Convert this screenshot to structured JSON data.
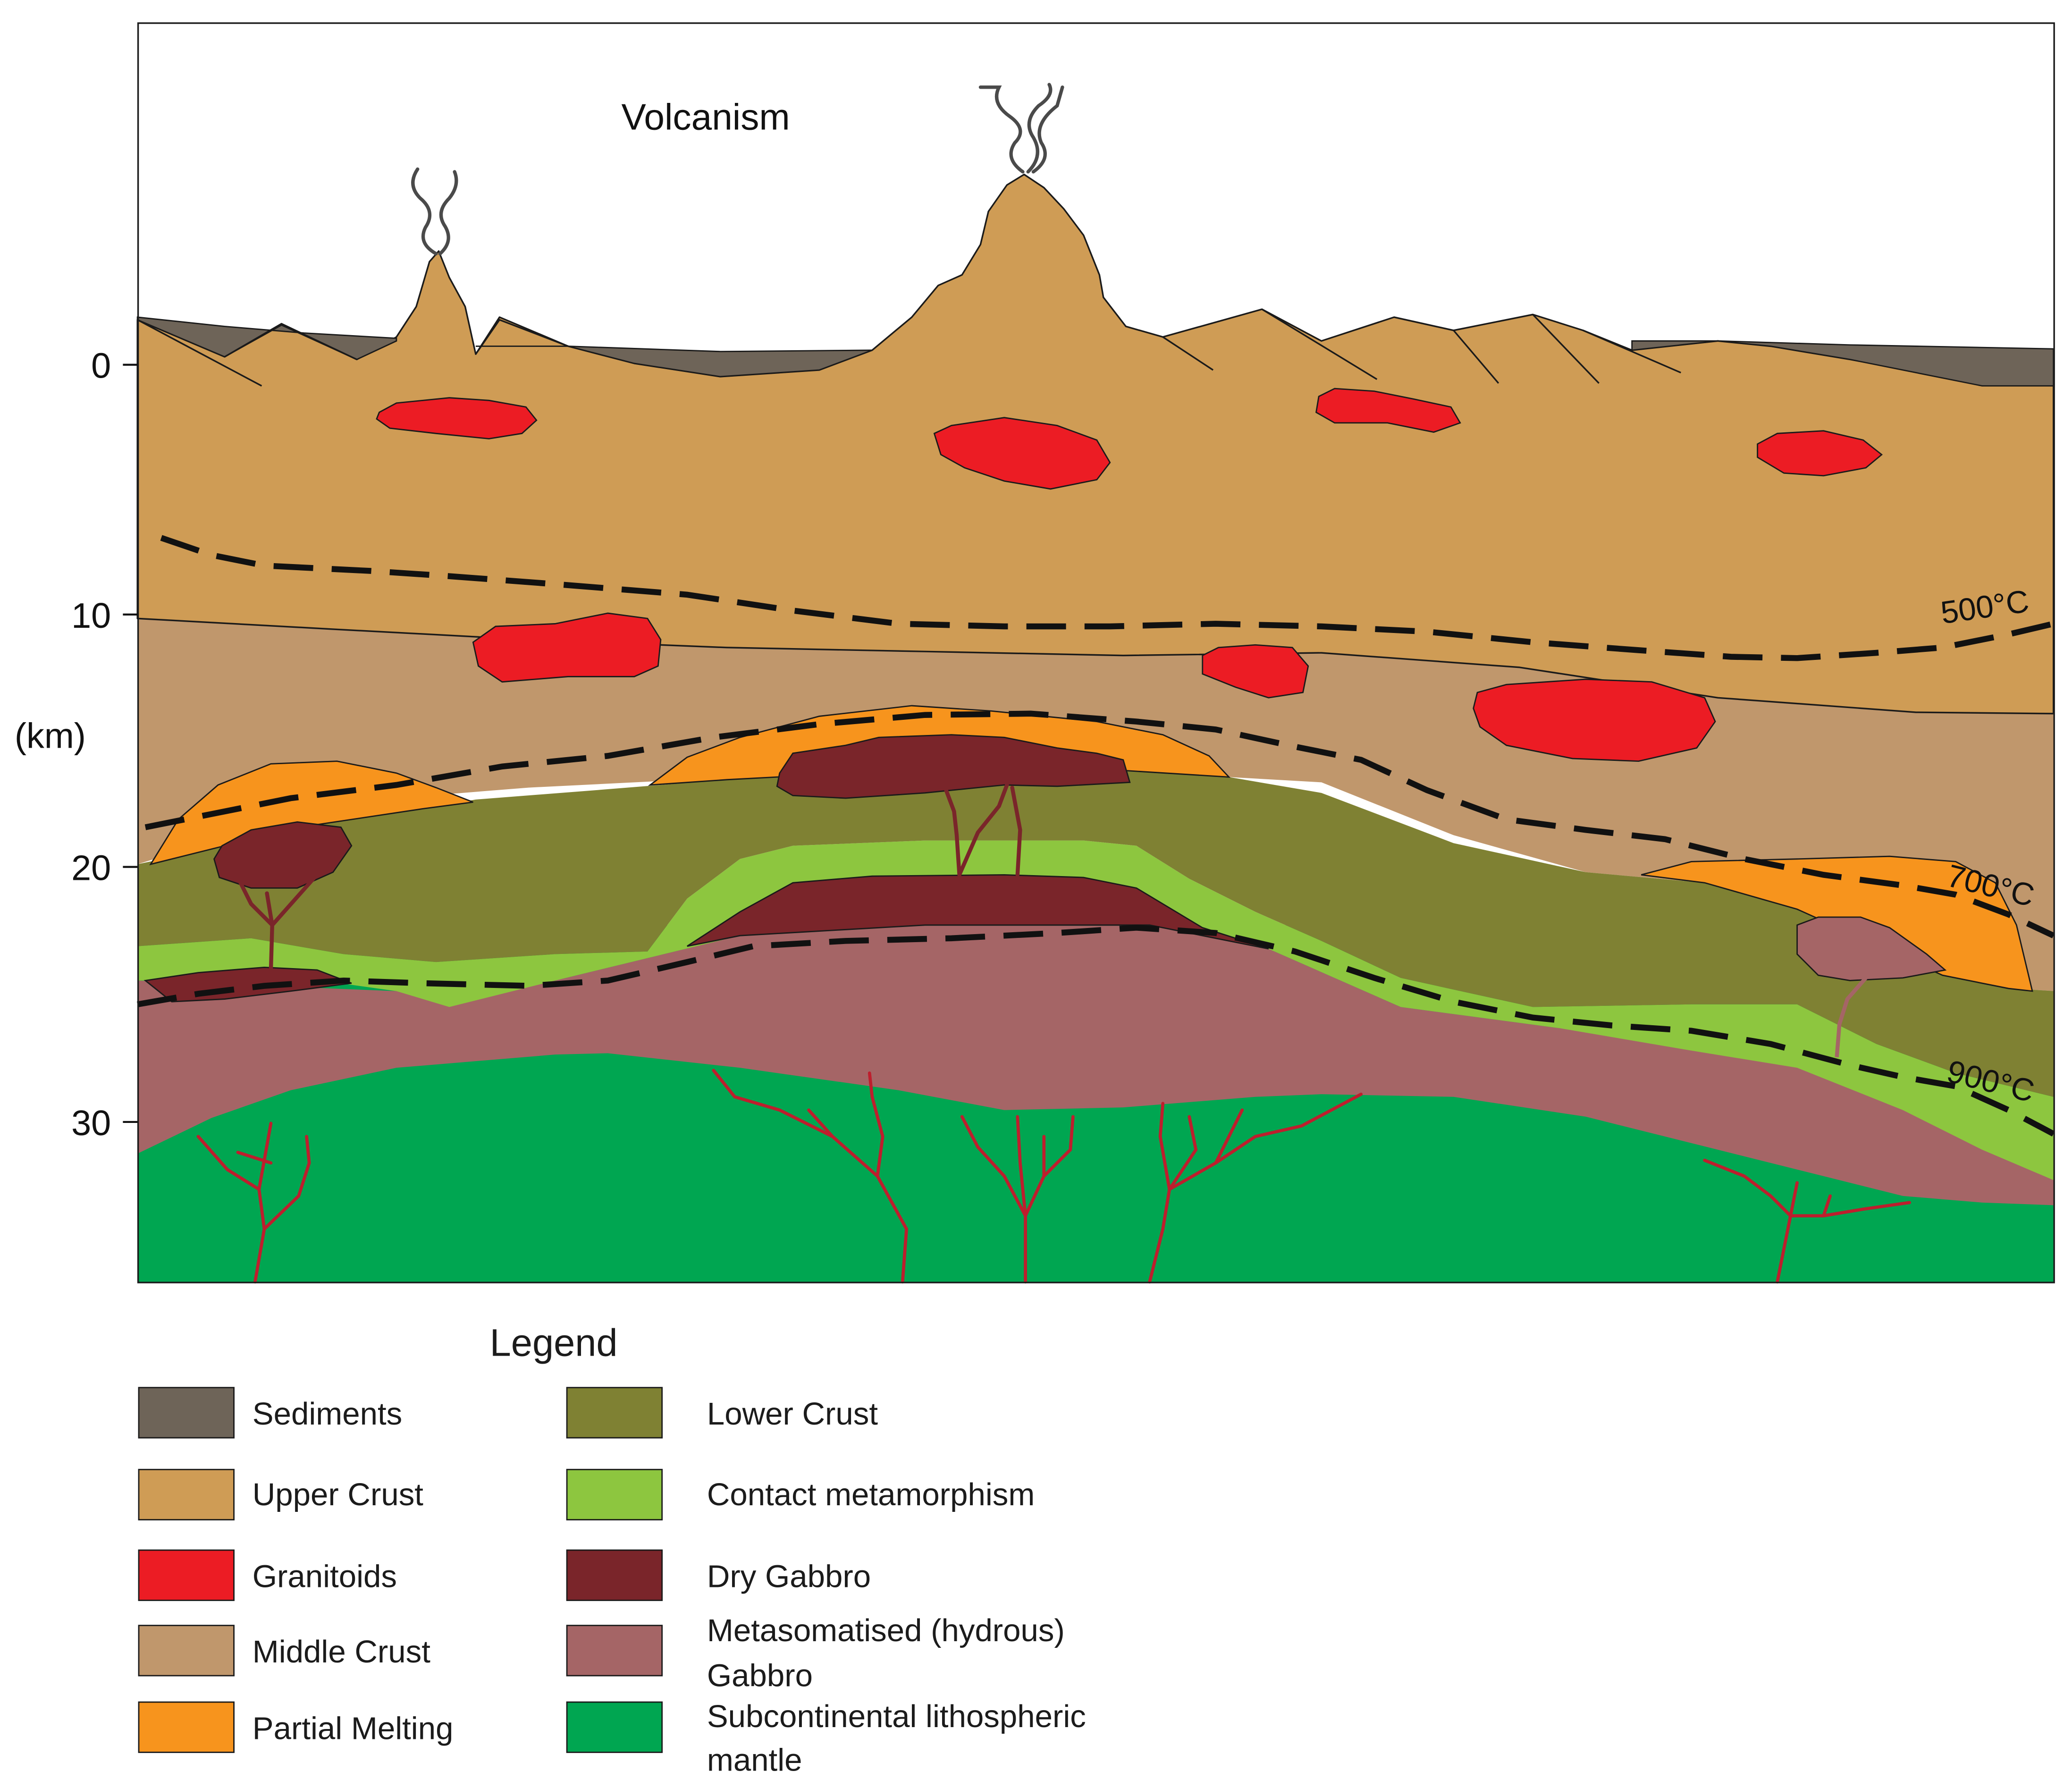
{
  "diagram": {
    "annotation": "Volcanism",
    "depth_axis": {
      "unit_label": "(km)",
      "ticks": [
        "0",
        "10",
        "20",
        "30"
      ]
    },
    "isotherms": [
      "500°C",
      "700°C",
      "900°C"
    ]
  },
  "legend": {
    "title": "Legend",
    "items": [
      {
        "key": "sediments",
        "label": "Sediments",
        "color": "#6e6458"
      },
      {
        "key": "upper-crust",
        "label": "Upper Crust",
        "color": "#cf9c55"
      },
      {
        "key": "granitoids",
        "label": "Granitoids",
        "color": "#ec1c24"
      },
      {
        "key": "middle-crust",
        "label": "Middle Crust",
        "color": "#c0976c"
      },
      {
        "key": "partial-melting",
        "label": "Partial Melting",
        "color": "#f7941d"
      },
      {
        "key": "lower-crust",
        "label": "Lower Crust",
        "color": "#7f8133"
      },
      {
        "key": "contact-metamorphism",
        "label": "Contact metamorphism",
        "color": "#8dc63f"
      },
      {
        "key": "dry-gabbro",
        "label": "Dry Gabbro",
        "color": "#7a252a"
      },
      {
        "key": "metasomatised-gabbro",
        "label": "Metasomatised (hydrous)",
        "label_line2": "Gabbro",
        "color": "#a56566"
      },
      {
        "key": "sclm",
        "label": "Subcontinental lithospheric",
        "label_line2": "mantle",
        "color": "#00a651"
      }
    ]
  }
}
